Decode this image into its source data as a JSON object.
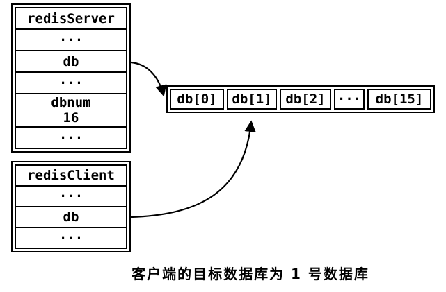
{
  "figure": {
    "caption": "客户端的目标数据库为 1 号数据库",
    "colors": {
      "ink": "#000000",
      "background": "#ffffff"
    }
  },
  "server_struct": {
    "title": "redisServer",
    "rows": [
      {
        "label": "···"
      },
      {
        "label": "db"
      },
      {
        "label": "···"
      },
      {
        "label": "dbnum",
        "value": "16"
      },
      {
        "label": "···"
      }
    ]
  },
  "client_struct": {
    "title": "redisClient",
    "rows": [
      {
        "label": "···"
      },
      {
        "label": "db"
      },
      {
        "label": "···"
      }
    ]
  },
  "db_array": {
    "cells": [
      "db[0]",
      "db[1]",
      "db[2]",
      "···",
      "db[15]"
    ]
  },
  "arrows": [
    {
      "from": "redisServer.db",
      "to": "db array"
    },
    {
      "from": "redisClient.db",
      "to": "db[1]"
    }
  ]
}
